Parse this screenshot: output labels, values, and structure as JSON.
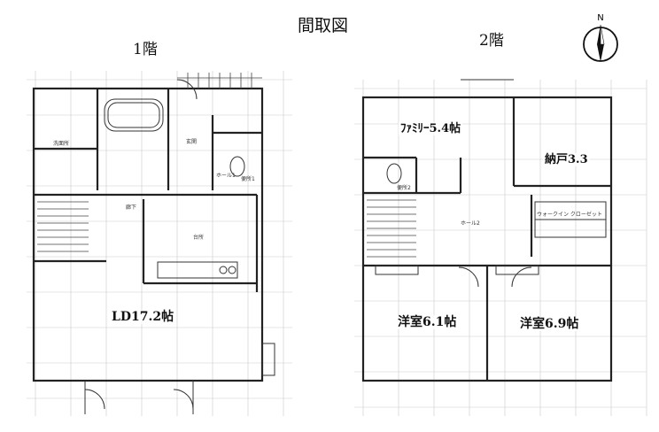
{
  "header": {
    "title": "間取図",
    "floor1": "1階",
    "floor2": "2階"
  },
  "compass": {
    "north": "N"
  },
  "floor1_rooms": {
    "ld": "LD17.2帖"
  },
  "floor2_rooms": {
    "family": "ﾌｧﾐﾘｰ5.4帖",
    "storage": "納戸3.3",
    "western1": "洋室6.1帖",
    "western2": "洋室6.9帖"
  },
  "floor1_labels": {
    "bath": "洗面所",
    "toilet": "便所1",
    "hall": "ホール1",
    "kitchen": "台所",
    "entrance": "玄関",
    "corridor": "廊下"
  },
  "floor2_labels": {
    "toilet": "便所2",
    "hall": "ホール2",
    "closet": "ウォークイン クローゼット"
  },
  "colors": {
    "line": "#222222",
    "grid": "#c9c9c9"
  }
}
